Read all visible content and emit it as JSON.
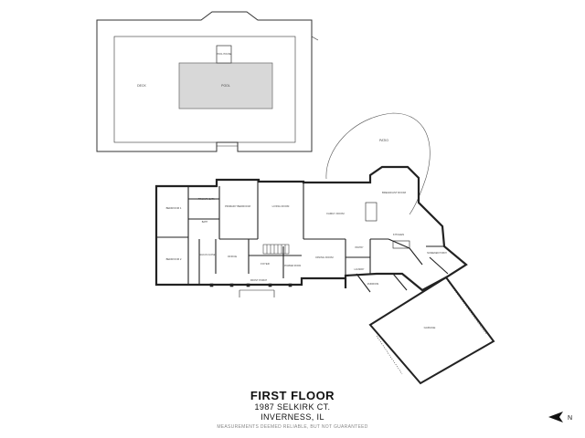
{
  "plan": {
    "title": "FIRST FLOOR",
    "address": "1987 SELKIRK CT.",
    "city": "INVERNESS, IL",
    "disclaimer": "MEASUREMENTS DEEMED RELIABLE, BUT NOT GUARANTEED",
    "north_label": "N",
    "outdoor": {
      "deck": "DECK",
      "pool": "POOL",
      "pool_dims": "",
      "pool_house": "POOL HOUSE",
      "patio": "PATIO"
    },
    "rooms": {
      "bedroom_1": "BEDROOM 1",
      "bedroom_2": "BEDROOM 2",
      "primary_bath": "PRIMARY BATH",
      "bath": "BATH",
      "primary_bedroom": "PRIMARY BEDROOM",
      "living_room": "LIVING ROOM",
      "family_room": "FAMILY ROOM",
      "dining_room": "DINING ROOM",
      "breakfast_room": "BREAKFAST ROOM",
      "kitchen": "KITCHEN",
      "office": "OFFICE",
      "laundry": "LAUNDRY",
      "mudroom": "MUDROOM",
      "pantry": "PANTRY",
      "foyer": "FOYER",
      "walk_in_closet": "WALK-IN CLOSET",
      "powder_room": "POWDER ROOM",
      "garage": "GARAGE",
      "front_porch": "FRONT PORCH",
      "screened_porch": "SCREENED PORCH"
    }
  }
}
